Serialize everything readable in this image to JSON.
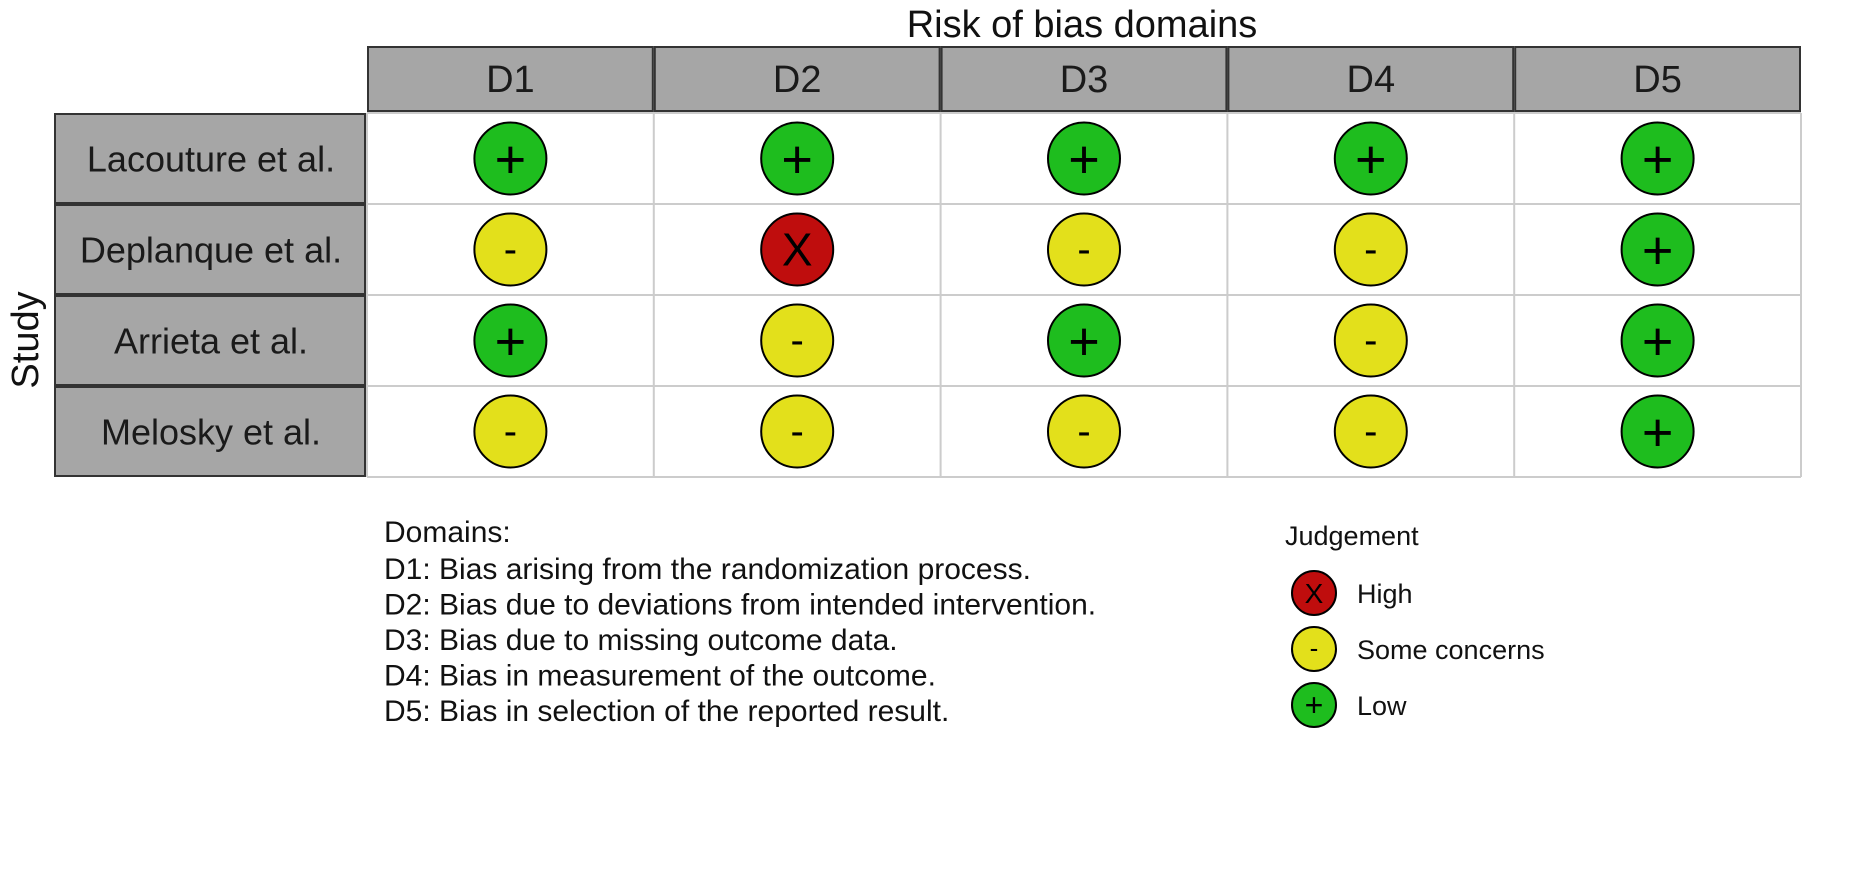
{
  "chart_data": {
    "type": "table",
    "title": "Risk of bias domains",
    "ylabel": "Study",
    "domains": [
      "D1",
      "D2",
      "D3",
      "D4",
      "D5"
    ],
    "studies": [
      {
        "name": "Lacouture et al.",
        "judgements": [
          "Low",
          "Low",
          "Low",
          "Low",
          "Low"
        ]
      },
      {
        "name": "Deplanque et al.",
        "judgements": [
          "Some concerns",
          "High",
          "Some concerns",
          "Some concerns",
          "Low"
        ]
      },
      {
        "name": "Arrieta et al.",
        "judgements": [
          "Low",
          "Some concerns",
          "Low",
          "Some concerns",
          "Low"
        ]
      },
      {
        "name": "Melosky et al.",
        "judgements": [
          "Some concerns",
          "Some concerns",
          "Some concerns",
          "Some concerns",
          "Low"
        ]
      }
    ],
    "domain_caption": {
      "heading": "Domains:",
      "lines": [
        "D1: Bias arising from the randomization process.",
        "D2: Bias due to deviations from intended intervention.",
        "D3: Bias due to missing outcome data.",
        "D4: Bias in measurement of the outcome.",
        "D5: Bias in selection of the reported result."
      ]
    },
    "legend": {
      "title": "Judgement",
      "placement": "bottom-right",
      "entries": [
        {
          "label": "High",
          "symbol": "X",
          "color": "#bf0d0d"
        },
        {
          "label": "Some concerns",
          "symbol": "-",
          "color": "#e3e01b"
        },
        {
          "label": "Low",
          "symbol": "+",
          "color": "#1ebd1e"
        }
      ]
    },
    "colors": {
      "header_fill": "#a6a6a6",
      "grid_line": "#cccccc",
      "border": "#333333"
    }
  }
}
